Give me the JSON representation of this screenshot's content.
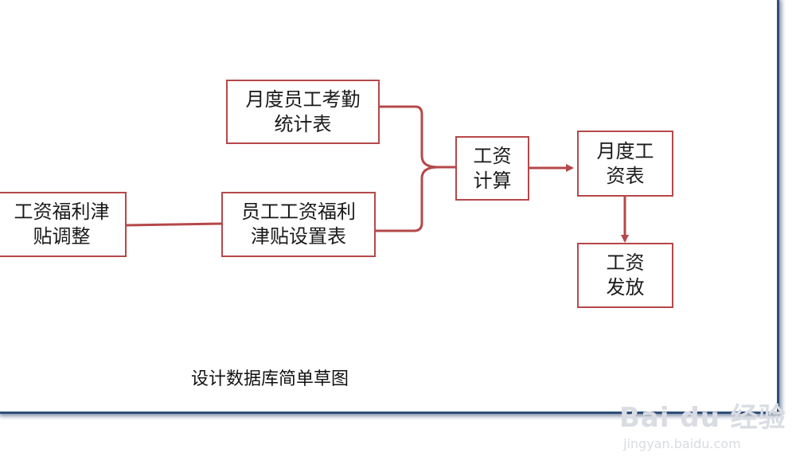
{
  "nodes": {
    "attendance": "月度员工考勤\n统计表",
    "allowance_adjust": "工资福利津\n贴调整",
    "allowance_settings": "员工工资福利\n津贴设置表",
    "salary_calc": "工资\n计算",
    "monthly_salary": "月度工\n资表",
    "salary_payment": "工资\n发放"
  },
  "caption": "设计数据库简单草图",
  "watermark": {
    "logo": "Bai du 经验",
    "url": "jingyan.baidu.com"
  },
  "colors": {
    "box_border": "#b5484a",
    "arrow": "#b5484a",
    "frame": "#2f4f7a"
  }
}
